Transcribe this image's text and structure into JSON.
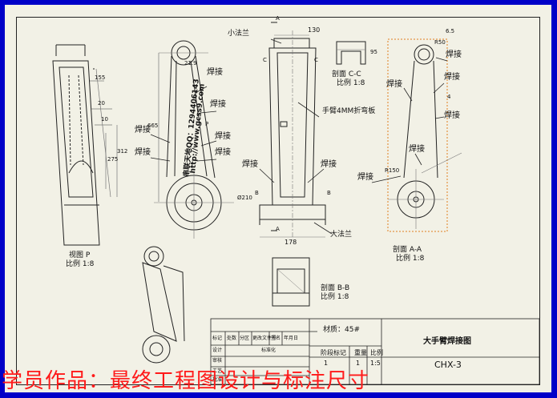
{
  "drawing": {
    "title": "大手臂焊接图",
    "code": "CHX-3",
    "material": "材质：45#"
  },
  "labels": {
    "small_flange": "小法兰",
    "large_flange": "大法兰",
    "arm_plate": "手臂4MM折弯板",
    "section_cc": "剖面 C-C",
    "section_cc_scale": "比例 1:8",
    "section_aa": "剖面 A-A",
    "section_aa_scale": "比例 1:8",
    "section_bb": "剖面 B-B",
    "section_bb_scale": "比例 1:8",
    "view_p": "视图 P",
    "view_p_scale": "比例 1:8",
    "weld": "焊接"
  },
  "dimensions": {
    "d130": "130",
    "d178": "178",
    "d665": "665",
    "d210": "Ø210",
    "d95": "95",
    "d155": "155",
    "d312": "312",
    "d275": "275",
    "d20": "20",
    "d10": "10",
    "d21_9": "21.9",
    "d6_5": "6.5",
    "d50": "R50",
    "d150": "R150",
    "d4": "4"
  },
  "section_marks": {
    "a": "A",
    "c": "C",
    "b": "B",
    "p": "P"
  },
  "title_block": {
    "row1": [
      "标记",
      "处数",
      "分区",
      "更改文件号",
      "签名",
      "年月日"
    ],
    "design": "设计",
    "standard": "标准化",
    "review": "审核",
    "process": "工艺",
    "approve": "批准",
    "stage": "阶段标记",
    "weight": "重量",
    "ratio": "比例",
    "scale_val": "1:5",
    "sheet_1": "1",
    "sheet_2": "1"
  },
  "watermark": {
    "line1": "串联天地QQ：1294406143",
    "line2": "http://www.gcss9.com"
  },
  "caption": "学员作品：最终工程图设计与标注尺寸"
}
